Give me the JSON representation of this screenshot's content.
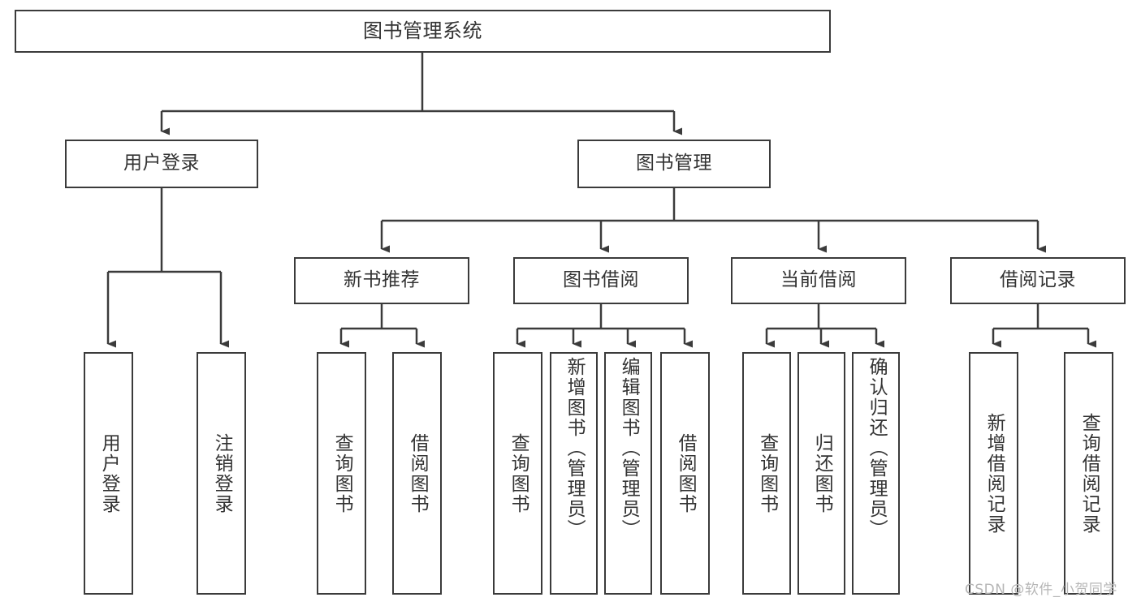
{
  "diagram": {
    "type": "tree-hierarchy",
    "title": "图书管理系统",
    "root": {
      "label": "图书管理系统"
    },
    "level2": [
      {
        "id": "user-login",
        "label": "用户登录"
      },
      {
        "id": "book-management",
        "label": "图书管理"
      }
    ],
    "level3": [
      {
        "id": "new-book-recommend",
        "label": "新书推荐",
        "parent": "book-management"
      },
      {
        "id": "book-borrow",
        "label": "图书借阅",
        "parent": "book-management"
      },
      {
        "id": "current-borrow",
        "label": "当前借阅",
        "parent": "book-management"
      },
      {
        "id": "borrow-record",
        "label": "借阅记录",
        "parent": "book-management"
      }
    ],
    "leaves": [
      {
        "id": "leaf-user-login",
        "label": "用户登录",
        "parent": "user-login"
      },
      {
        "id": "leaf-logout-login",
        "label": "注销登录",
        "parent": "user-login"
      },
      {
        "id": "leaf-query-book-1",
        "label": "查询图书",
        "parent": "new-book-recommend"
      },
      {
        "id": "leaf-borrow-book-1",
        "label": "借阅图书",
        "parent": "new-book-recommend"
      },
      {
        "id": "leaf-query-book-2",
        "label": "查询图书",
        "parent": "book-borrow"
      },
      {
        "id": "leaf-add-book",
        "label": "新增图书（管理员）",
        "parent": "book-borrow"
      },
      {
        "id": "leaf-edit-book",
        "label": "编辑图书（管理员）",
        "parent": "book-borrow"
      },
      {
        "id": "leaf-borrow-book-2",
        "label": "借阅图书",
        "parent": "book-borrow"
      },
      {
        "id": "leaf-query-book-3",
        "label": "查询图书",
        "parent": "current-borrow"
      },
      {
        "id": "leaf-return-book",
        "label": "归还图书",
        "parent": "current-borrow"
      },
      {
        "id": "leaf-confirm-return",
        "label": "确认归还（管理员）",
        "parent": "current-borrow"
      },
      {
        "id": "leaf-add-record",
        "label": "新增借阅记录",
        "parent": "borrow-record"
      },
      {
        "id": "leaf-query-record",
        "label": "查询借阅记录",
        "parent": "borrow-record"
      }
    ]
  },
  "watermark": {
    "text": "CSDN @软件_小贺同学"
  },
  "colors": {
    "border": "#3b3b3b",
    "text": "#333333",
    "background": "#ffffff",
    "watermark": "#b6b6b6"
  }
}
